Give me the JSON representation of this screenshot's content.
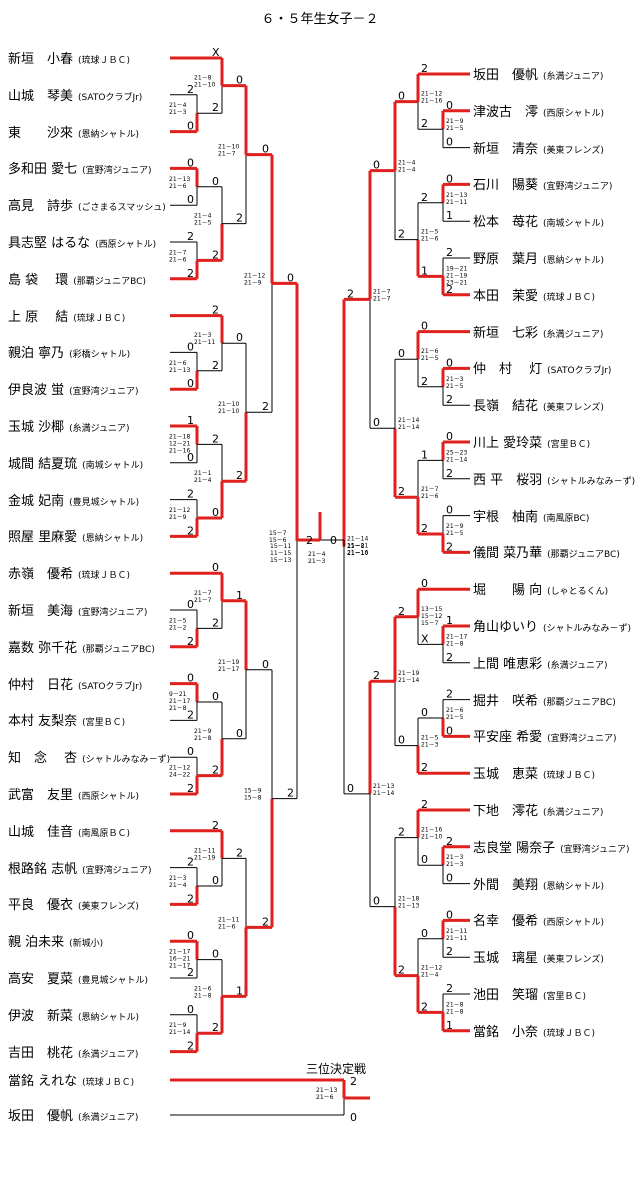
{
  "title": "６・５年生女子－２",
  "third_place_title": "三位決定戦",
  "players_left": [
    {
      "name": "新垣　小春",
      "club": "(琉球ＪＢＣ)"
    },
    {
      "name": "山城　琴美",
      "club": "(SATOクラブJr)"
    },
    {
      "name": "東　　沙來",
      "club": "(恩納シャトル)"
    },
    {
      "name": "多和田 愛七",
      "club": "(宜野湾ジュニア)"
    },
    {
      "name": "高見　詩歩",
      "club": "(ごさまるスマッシュ)"
    },
    {
      "name": "具志堅 はるな",
      "club": "(西原シャトル)"
    },
    {
      "name": "島 袋　 環",
      "club": "(那覇ジュニアBC)"
    },
    {
      "name": "上 原　 結",
      "club": "(琉球ＪＢＣ)"
    },
    {
      "name": "親泊 寧乃",
      "club": "(彩橋シャトル)"
    },
    {
      "name": "伊良波 蛍",
      "club": "(宜野湾ジュニア)"
    },
    {
      "name": "玉城 沙椰",
      "club": "(糸満ジュニア)"
    },
    {
      "name": "城間 結夏琉",
      "club": "(南城シャトル)"
    },
    {
      "name": "金城 妃南",
      "club": "(豊見城シャトル)"
    },
    {
      "name": "照屋 里麻愛",
      "club": "(恩納シャトル)"
    },
    {
      "name": "赤嶺　優希",
      "club": "(琉球ＪＢＣ)"
    },
    {
      "name": "新垣　美海",
      "club": "(宜野湾ジュニア)"
    },
    {
      "name": "嘉数 弥千花",
      "club": "(那覇ジュニアBC)"
    },
    {
      "name": "仲村　日花",
      "club": "(SATOクラブJr)"
    },
    {
      "name": "本村 友梨奈",
      "club": "(宮里ＢＣ)"
    },
    {
      "name": "知　念　 杏",
      "club": "(シャトルみなみ－ず)"
    },
    {
      "name": "武富　友里",
      "club": "(西原シャトル)"
    },
    {
      "name": "山城　佳音",
      "club": "(南風原ＢＣ)"
    },
    {
      "name": "根路銘 志帆",
      "club": "(宜野湾ジュニア)"
    },
    {
      "name": "平良　優衣",
      "club": "(美東フレンズ)"
    },
    {
      "name": "親 泊未来",
      "club": "(新城小)"
    },
    {
      "name": "高安　夏菜",
      "club": "(豊見城シャトル)"
    },
    {
      "name": "伊波　新菜",
      "club": "(恩納シャトル)"
    },
    {
      "name": "吉田　桃花",
      "club": "(糸満ジュニア)"
    }
  ],
  "players_right": [
    {
      "name": "坂田　優帆",
      "club": "(糸満ジュニア)"
    },
    {
      "name": "津波古　澪",
      "club": "(西原シャトル)"
    },
    {
      "name": "新垣　清奈",
      "club": "(美東フレンズ)"
    },
    {
      "name": "石川　陽葵",
      "club": "(宜野湾ジュニア)"
    },
    {
      "name": "松本　苺花",
      "club": "(南城シャトル)"
    },
    {
      "name": "野原　葉月",
      "club": "(恩納シャトル)"
    },
    {
      "name": "本田　茉愛",
      "club": "(琉球ＪＢＣ)"
    },
    {
      "name": "新垣　七彩",
      "club": "(糸満ジュニア)"
    },
    {
      "name": "仲　村　 灯",
      "club": "(SATOクラブJr)"
    },
    {
      "name": "長嶺　結花",
      "club": "(美東フレンズ)"
    },
    {
      "name": "川上 愛玲菜",
      "club": "(宮里ＢＣ)"
    },
    {
      "name": "西 平　桜羽",
      "club": "(シャトルみなみ－ず)"
    },
    {
      "name": "宇根　柚南",
      "club": "(南風原BC)"
    },
    {
      "name": "儀間 菜乃華",
      "club": "(那覇ジュニアBC)"
    },
    {
      "name": "堀　　陽 向",
      "club": "(しゃとるくん)"
    },
    {
      "name": "角山ゆいり",
      "club": "(シャトルみなみ－ず)"
    },
    {
      "name": "上間 唯恵彩",
      "club": "(糸満ジュニア)"
    },
    {
      "name": "掘井　咲希",
      "club": "(那覇ジュニアBC)"
    },
    {
      "name": "平安座 希愛",
      "club": "(宜野湾ジュニア)"
    },
    {
      "name": "玉城　恵菜",
      "club": "(琉球ＪＢＣ)"
    },
    {
      "name": "下地　澪花",
      "club": "(糸満ジュニア)"
    },
    {
      "name": "志良堂 陽奈子",
      "club": "(宜野湾ジュニア)"
    },
    {
      "name": "外間　美翔",
      "club": "(恩納シャトル)"
    },
    {
      "name": "名幸　優希",
      "club": "(西原シャトル)"
    },
    {
      "name": "玉城　璃星",
      "club": "(美東フレンズ)"
    },
    {
      "name": "池田　笑瑠",
      "club": "(宮里ＢＣ)"
    },
    {
      "name": "當銘　小奈",
      "club": "(琉球ＪＢＣ)"
    }
  ],
  "players_third": [
    {
      "name": "當銘 えれな",
      "club": "(琉球ＪＢＣ)"
    },
    {
      "name": "坂田　優帆",
      "club": "(糸満ジュニア)"
    }
  ],
  "results": [
    "2",
    "0",
    "X",
    "2",
    "0",
    "0",
    "2",
    "2",
    "0",
    "2",
    "0",
    "2",
    "0",
    "0",
    "2",
    "2",
    "1",
    "0",
    "2",
    "2",
    "2",
    "0",
    "0",
    "2",
    "0",
    "2",
    "0",
    "2",
    "0",
    "2",
    "0",
    "2",
    "0",
    "2",
    "1",
    "0",
    "2",
    "2",
    "2",
    "0",
    "0",
    "2",
    "0",
    "2",
    "0",
    "2",
    "2",
    "1",
    "0",
    "2",
    "0",
    "2",
    "0",
    "2",
    "0",
    "0",
    "2",
    "2",
    "0",
    "1",
    "2",
    "2",
    "2",
    "1",
    "0",
    "2",
    "0",
    "2",
    "0",
    "2",
    "0",
    "2",
    "0",
    "2",
    "1",
    "2",
    "0",
    "2",
    "1"
  ],
  "scores": [
    "21－4\n21－3",
    "21－8\n21－10",
    "21－13\n21－6",
    "21－7\n21－6",
    "21－4\n21－5",
    "21－10\n21－7",
    "21－6\n21－13",
    "21－3\n21－11",
    "21－18\n12－21\n21－16",
    "21－12\n21－9",
    "21－1\n21－4",
    "21－10\n21－10",
    "21－5\n21－2",
    "21－7\n21－7",
    "9－21\n21－17\n21－8",
    "21－12\n24－22",
    "21－9\n21－8",
    "21－19\n21－17",
    "21－3\n21－4",
    "21－11\n21－19",
    "21－17\n16－21\n21－17",
    "21－9\n21－14",
    "21－6\n21－8",
    "21－11\n21－6",
    "21－12\n21－9",
    "15－9\n15－8",
    "15－7\n15－6",
    "21－9\n21－5",
    "21－12\n21－16",
    "21－13\n21－11",
    "19－21\n21－19\n23－21",
    "21－5\n21－6",
    "21－4\n21－4",
    "21－3\n21－5",
    "21－6\n21－5",
    "25－23\n21－14",
    "21－9\n21－5",
    "21－7\n21－6",
    "21－14\n21－14",
    "21－17\n21－8",
    "13－15\n15－12\n15－7",
    "21－6\n21－5",
    "21－5\n21－3",
    "21－19\n21－14",
    "21－3\n21－3",
    "21－16\n21－10",
    "21－11\n21－11",
    "21－8\n21－8",
    "21－12\n21－4",
    "21－18\n21－13",
    "21－7\n21－7",
    "21－13\n21－14",
    "21－14\n15－21\n21－16",
    "15－11\n11－15\n15－13"
  ]
}
